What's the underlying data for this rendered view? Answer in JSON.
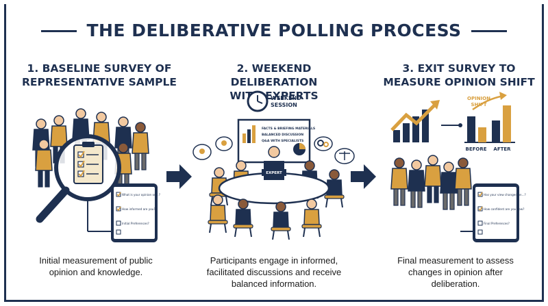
{
  "title": "THE DELIBERATIVE POLLING PROCESS",
  "steps": [
    {
      "heading_line1": "1. BASELINE SURVEY OF",
      "heading_line2": "REPRESENTATIVE SAMPLE",
      "caption_line1": "Initial measurement of public",
      "caption_line2": "opinion and knowledge.",
      "tablet": {
        "q1": "What is your opinion on...?",
        "q2": "How informed are you?",
        "q3": "Initial Preferences?"
      }
    },
    {
      "heading_line1": "2. WEEKEND DELIBERATION",
      "heading_line2": "WITH EXPERTS",
      "caption_line1": "Participants engage in informed,",
      "caption_line2": "facilitated discussions and receive",
      "caption_line3": "balanced information.",
      "clock_label_line1": "WEEKEND",
      "clock_label_line2": "SESSION",
      "board_items": [
        "FACTS & BRIEFING MATERIALS",
        "BALANCED DISCUSSION",
        "Q&A WITH SPECIALISTS"
      ],
      "expert_label": "EXPERT"
    },
    {
      "heading_line1": "3. EXIT SURVEY TO",
      "heading_line2": "MEASURE OPINION SHIFT",
      "caption_line1": "Final measurement to assess",
      "caption_line2": "changes in opinion after",
      "caption_line3": "deliberation.",
      "shift_label_line1": "OPINION",
      "shift_label_line2": "SHIFT",
      "before_label": "BEFORE",
      "after_label": "AFTER",
      "tablet": {
        "q1": "Has your view changed on...?",
        "q2": "How confident are you now?",
        "q3": "Final Preferences?"
      }
    }
  ],
  "colors": {
    "navy": "#1e3050",
    "gold": "#d9a040",
    "skin_light": "#f2c9a0",
    "skin_dark": "#8a5a3a"
  }
}
